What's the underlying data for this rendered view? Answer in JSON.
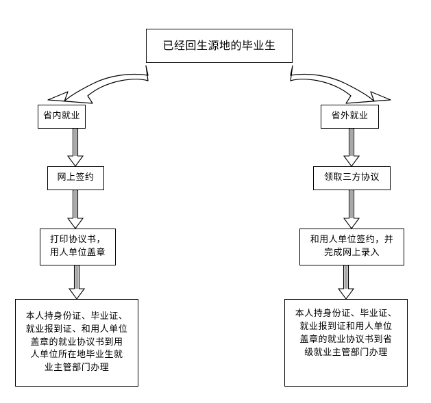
{
  "diagram": {
    "title": "已经回生源地的毕业生",
    "background_color": "#ffffff",
    "line_color": "#000000",
    "shaft_fill_color": "#a0a0a0",
    "nodes": {
      "root": "已经回生源地的毕业生",
      "in_province": "省内就业",
      "out_province": "省外就业",
      "online_sign": "网上签约",
      "get_agreement": "领取三方协议",
      "print_agreement": "打印协议书，\n用人单位盖章",
      "sign_employer": "和用人单位签约，并\n完成网上录入",
      "local_bureau": "本人持身份证、毕业证、\n就业报到证、和用人单位\n盖章的就业协议书到用\n人单位所在地毕业生就\n业主管部门办理",
      "provincial_bureau": "本人持身份证、毕业证、\n就业报到证和用人单位\n盖章的就业协议书到省\n级就业主管部门办理"
    },
    "edges": [
      {
        "name": "root-to-in-province",
        "from": "root",
        "to": "in_province",
        "style": "curved-block-arrow"
      },
      {
        "name": "root-to-out-province",
        "from": "root",
        "to": "out_province",
        "style": "curved-block-arrow"
      },
      {
        "name": "in-province-to-online-sign",
        "from": "in_province",
        "to": "online_sign",
        "style": "block-arrow-down"
      },
      {
        "name": "online-sign-to-print-agreement",
        "from": "online_sign",
        "to": "print_agreement",
        "style": "block-arrow-down"
      },
      {
        "name": "print-agreement-to-local-bureau",
        "from": "print_agreement",
        "to": "local_bureau",
        "style": "block-arrow-down"
      },
      {
        "name": "out-province-to-get-agreement",
        "from": "out_province",
        "to": "get_agreement",
        "style": "block-arrow-down"
      },
      {
        "name": "get-agreement-to-sign-employer",
        "from": "get_agreement",
        "to": "sign_employer",
        "style": "block-arrow-down"
      },
      {
        "name": "sign-employer-to-provincial-bureau",
        "from": "sign_employer",
        "to": "provincial_bureau",
        "style": "block-arrow-down"
      }
    ]
  }
}
